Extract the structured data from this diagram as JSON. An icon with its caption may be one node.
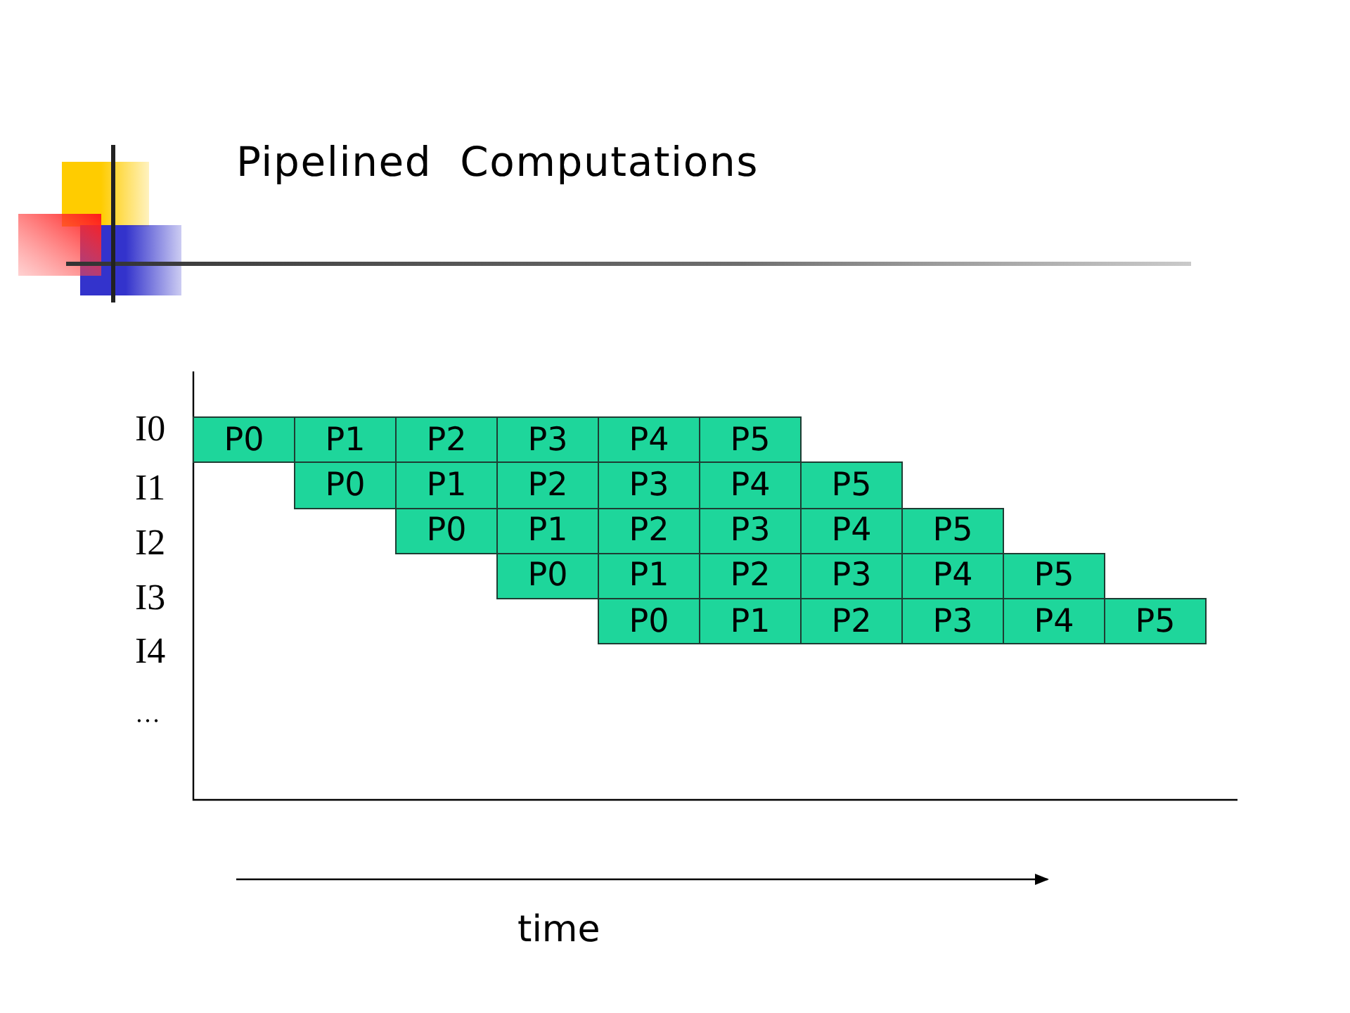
{
  "diagram": {
    "title": "Pipelined Computations",
    "nodes": [
      {
        "text": [
          "P0"
        ]
      },
      {
        "text": [
          "P1"
        ]
      },
      {
        "text": [
          "P2"
        ]
      },
      {
        "text": [
          "P3"
        ]
      },
      {
        "text": [
          "P4"
        ]
      },
      {
        "text": [
          "P5"
        ]
      },
      {
        "text": [
          "P0"
        ]
      },
      {
        "text": [
          "P1"
        ]
      },
      {
        "text": [
          "P2"
        ]
      },
      {
        "text": [
          "P3"
        ]
      },
      {
        "text": [
          "P4"
        ]
      },
      {
        "text": [
          "P5"
        ]
      },
      {
        "text": [
          "P0"
        ]
      },
      {
        "text": [
          "P1"
        ]
      },
      {
        "text": [
          "P2"
        ]
      },
      {
        "text": [
          "P3"
        ]
      },
      {
        "text": [
          "P4"
        ]
      },
      {
        "text": [
          "P5"
        ]
      },
      {
        "text": [
          "P0"
        ]
      },
      {
        "text": [
          "P1"
        ]
      },
      {
        "text": [
          "P2"
        ]
      },
      {
        "text": [
          "P3"
        ]
      },
      {
        "text": [
          "P4"
        ]
      },
      {
        "text": [
          "P5"
        ]
      },
      {
        "text": [
          "P0"
        ]
      },
      {
        "text": [
          "P1"
        ]
      },
      {
        "text": [
          "P2"
        ]
      },
      {
        "text": [
          "P3"
        ]
      },
      {
        "text": [
          "P4"
        ]
      },
      {
        "text": [
          "P5"
        ]
      }
    ],
    "labels": [
      "I0",
      "I1",
      "I2",
      "I3",
      "I4",
      "…",
      "time"
    ]
  }
}
